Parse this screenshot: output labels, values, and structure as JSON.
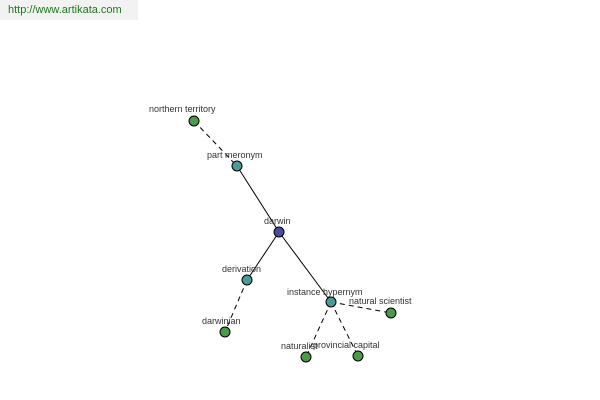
{
  "banner": {
    "url": "http://www.artikata.com"
  },
  "graph": {
    "colors": {
      "root": "#4a4aa0",
      "relation": "#4a9a96",
      "leaf": "#4a9a4a"
    },
    "nodes": [
      {
        "id": "northern-territory",
        "label": "northern territory",
        "kind": "leaf"
      },
      {
        "id": "part-meronym",
        "label": "part meronym",
        "kind": "relation"
      },
      {
        "id": "darwin",
        "label": "darwin",
        "kind": "root"
      },
      {
        "id": "derivation",
        "label": "derivation",
        "kind": "relation"
      },
      {
        "id": "darwinian",
        "label": "darwinian",
        "kind": "leaf"
      },
      {
        "id": "instance-hypernym",
        "label": "instance hypernym",
        "kind": "relation"
      },
      {
        "id": "natural-scientist",
        "label": "natural scientist",
        "kind": "leaf"
      },
      {
        "id": "naturalist",
        "label": "naturalist",
        "kind": "leaf"
      },
      {
        "id": "provincial-capital",
        "label": "provincial capital",
        "kind": "leaf"
      }
    ],
    "edges": [
      {
        "from": "northern-territory",
        "to": "part-meronym",
        "style": "dashed"
      },
      {
        "from": "part-meronym",
        "to": "darwin",
        "style": "solid"
      },
      {
        "from": "darwin",
        "to": "derivation",
        "style": "solid"
      },
      {
        "from": "derivation",
        "to": "darwinian",
        "style": "dashed"
      },
      {
        "from": "darwin",
        "to": "instance-hypernym",
        "style": "solid"
      },
      {
        "from": "instance-hypernym",
        "to": "natural-scientist",
        "style": "dashed"
      },
      {
        "from": "instance-hypernym",
        "to": "naturalist",
        "style": "dashed"
      },
      {
        "from": "instance-hypernym",
        "to": "provincial-capital",
        "style": "dashed"
      }
    ]
  }
}
